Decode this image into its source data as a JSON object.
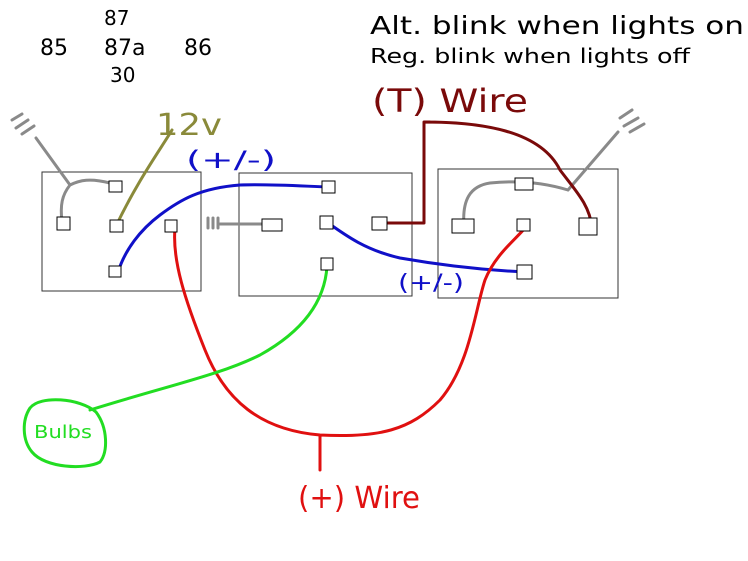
{
  "pin_legend": {
    "pin_87": "87",
    "pin_85": "85",
    "pin_87a": "87a",
    "pin_86": "86",
    "pin_30": "30"
  },
  "notes": {
    "line_1": "Alt. blink when lights on",
    "line_2": "Reg. blink when lights off"
  },
  "labels": {
    "t_wire_top": "(T) Wire",
    "twelve_v": "12v",
    "plus_minus_top": "(+/-)",
    "plus_minus_bottom": "(+/-)",
    "t_wire_bottom": "(+) Wire",
    "bulbs": "Bulbs"
  },
  "colors": {
    "grey_wire": "#8a8a8a",
    "twelve_v_wire": "#8a8a3a",
    "blue_wire": "#1010c8",
    "red_wire": "#e01010",
    "dark_red_wire": "#7a0a0a",
    "green_wire": "#22dd22"
  }
}
